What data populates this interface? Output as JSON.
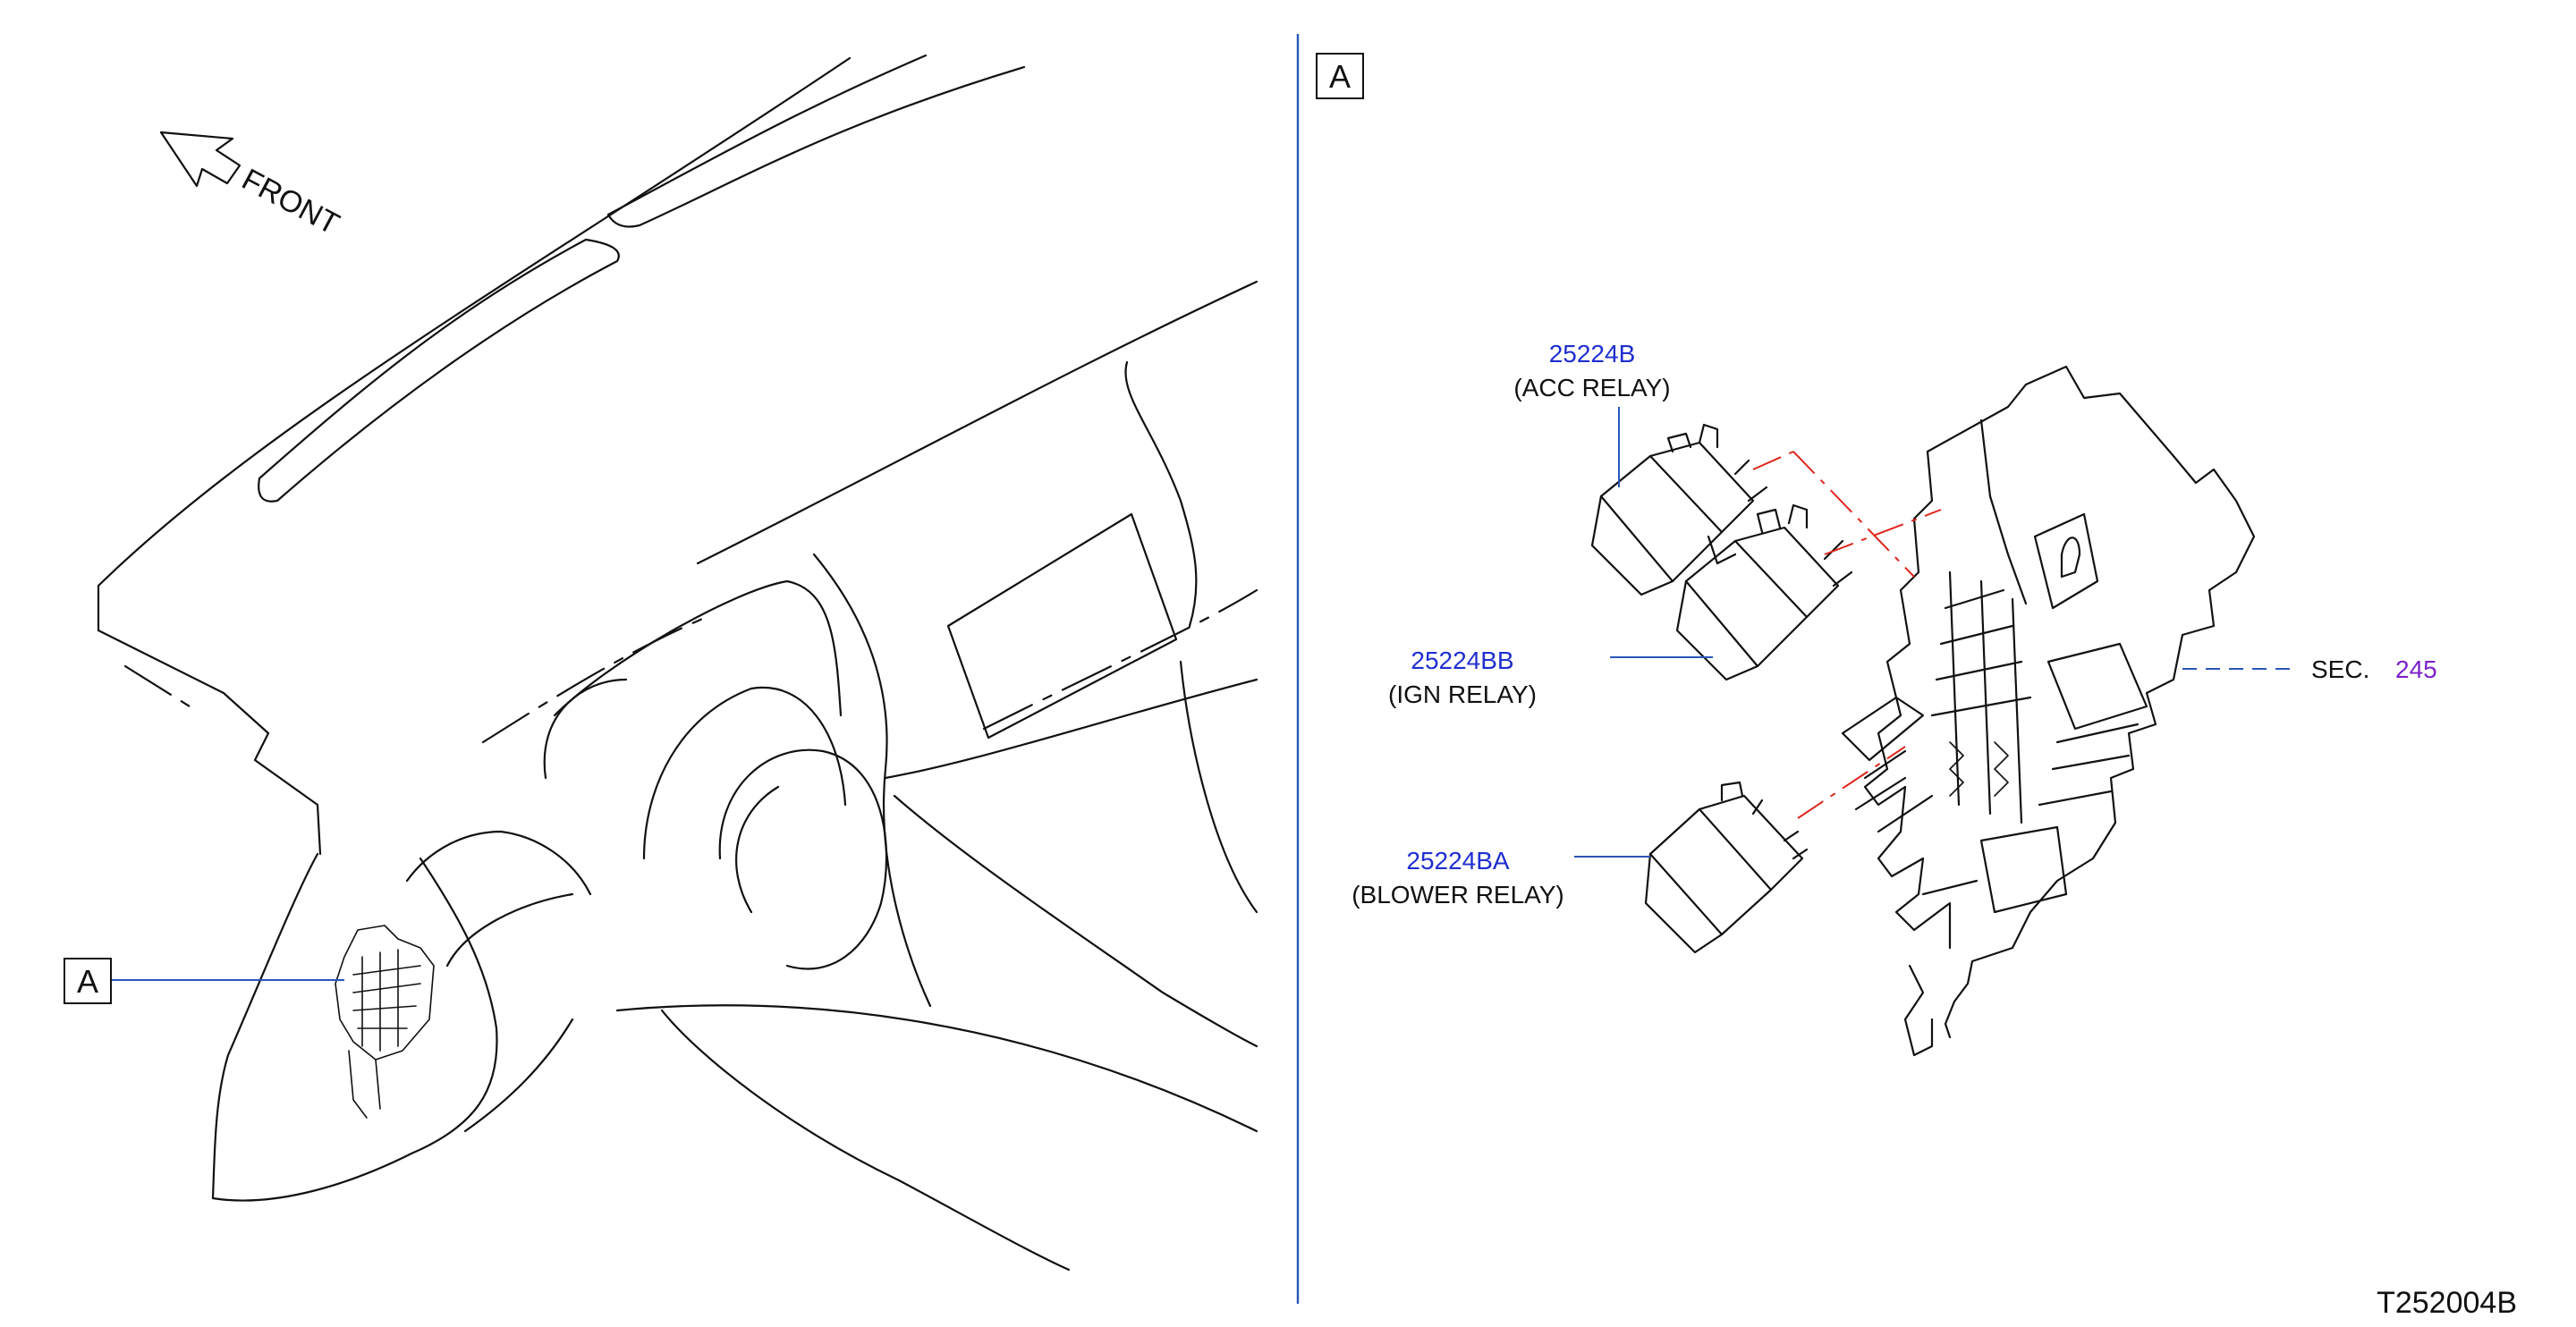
{
  "front_label": "FRONT",
  "view_marker": "A",
  "callouts": [
    {
      "part_number": "25224B",
      "name": "(ACC   RELAY)"
    },
    {
      "part_number": "25224BB",
      "name": "(IGN   RELAY)"
    },
    {
      "part_number": "25224BA",
      "name": "(BLOWER   RELAY)"
    }
  ],
  "section_ref": {
    "prefix": "SEC.",
    "number": "245"
  },
  "drawing_id": "T252004B",
  "colors": {
    "line": "#111111",
    "leader": "#2a56b8",
    "part_number": "#1f2fd0",
    "section": "#7a22c9",
    "guide": "#e0261b"
  }
}
